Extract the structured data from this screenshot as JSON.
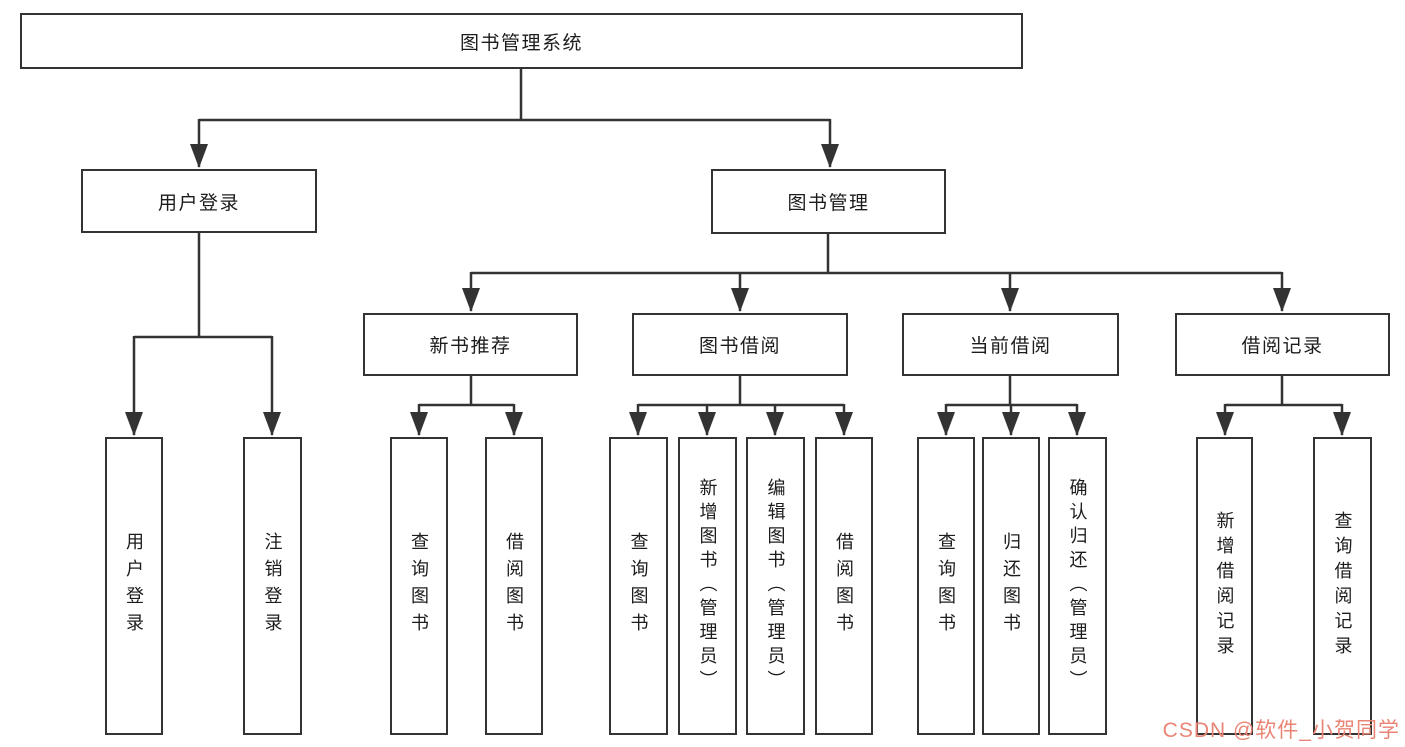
{
  "tree": {
    "root": "图书管理系统",
    "children": [
      {
        "label": "用户登录",
        "leaves": [
          "用户登录",
          "注销登录"
        ]
      },
      {
        "label": "图书管理",
        "children": [
          {
            "label": "新书推荐",
            "leaves": [
              "查询图书",
              "借阅图书"
            ]
          },
          {
            "label": "图书借阅",
            "leaves": [
              "查询图书",
              "新增图书（管理员）",
              "编辑图书（管理员）",
              "借阅图书"
            ]
          },
          {
            "label": "当前借阅",
            "leaves": [
              "查询图书",
              "归还图书",
              "确认归还（管理员）"
            ]
          },
          {
            "label": "借阅记录",
            "leaves": [
              "新增借阅记录",
              "查询借阅记录"
            ]
          }
        ]
      }
    ]
  },
  "watermark": {
    "text": "CSDN @软件_小贺同学",
    "color": "#ea8575"
  },
  "colors": {
    "line": "#333333",
    "text": "#1c1c1c",
    "background": "#ffffff"
  }
}
